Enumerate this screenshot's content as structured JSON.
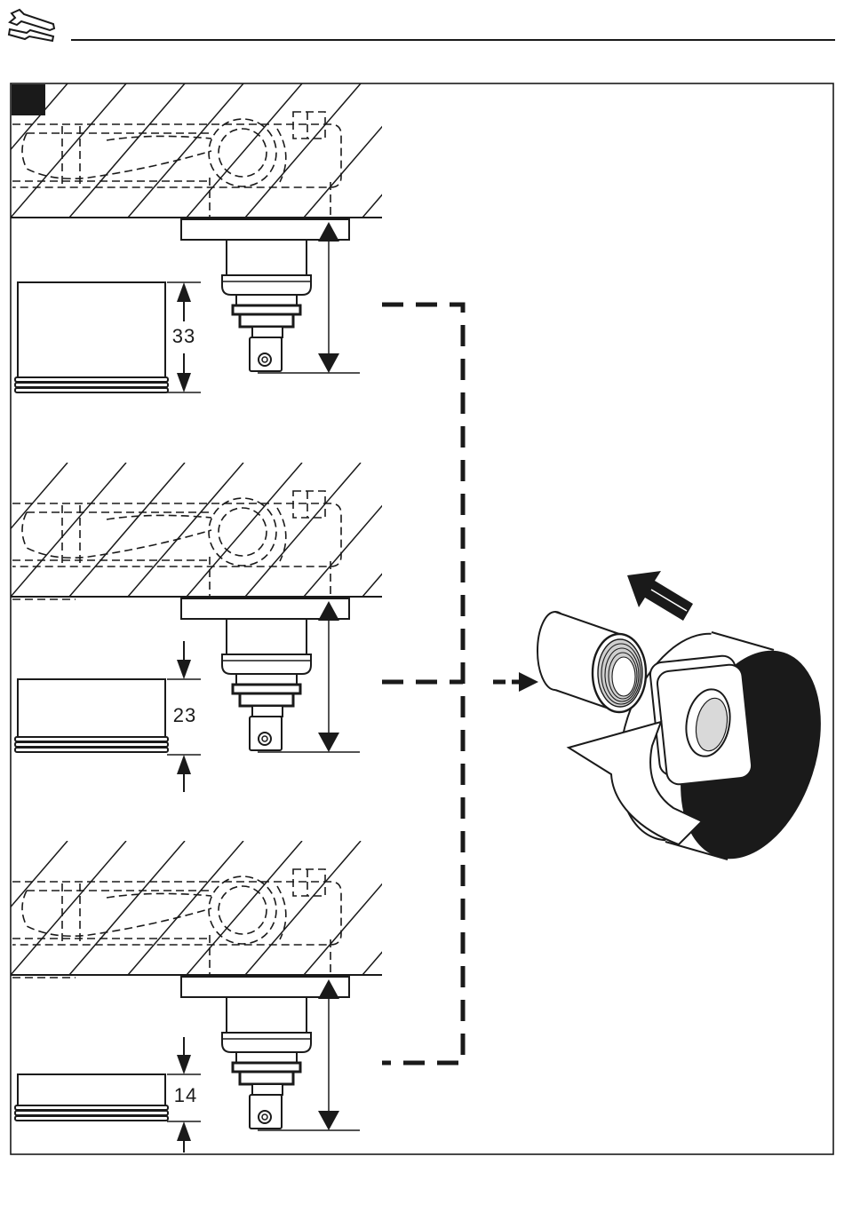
{
  "icons": {
    "header": "tools-icon",
    "step": "step-marker-square",
    "direction": "arrow-icon"
  },
  "panels": [
    {
      "dimension": "33"
    },
    {
      "dimension": "23"
    },
    {
      "dimension": "14"
    }
  ],
  "colors": {
    "line": "#1a1a1a",
    "background": "#ffffff"
  }
}
